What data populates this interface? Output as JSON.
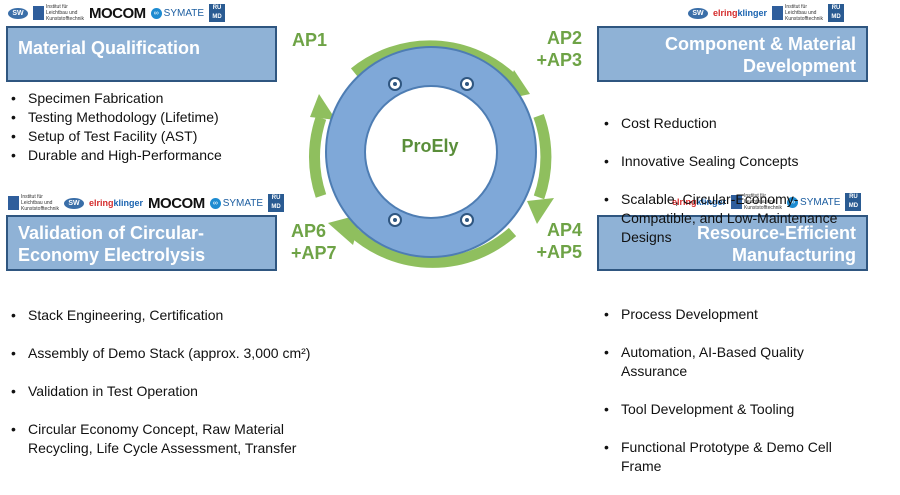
{
  "center_label": "ProEly",
  "quadrants": {
    "top_left": {
      "title": "Material Qualification",
      "ap": [
        "AP1"
      ],
      "bullets": [
        "Specimen Fabrication",
        "Testing Methodology (Lifetime)",
        "Setup of Test Facility (AST)",
        "Durable and High-Performance"
      ]
    },
    "top_right": {
      "title_lines": [
        "Component & Material",
        "Development"
      ],
      "ap": [
        "AP2",
        "+AP3"
      ],
      "bullets": [
        "Cost Reduction",
        "Innovative Sealing Concepts",
        "Scalable, Circular-Economy-\nCompatible, and Low-Maintenance\nDesigns"
      ]
    },
    "bottom_left": {
      "title_lines": [
        "Validation of Circular-",
        "Economy Electrolysis"
      ],
      "ap": [
        "AP6",
        "+AP7"
      ],
      "bullets": [
        "Stack Engineering, Certification",
        "Assembly of Demo Stack (approx. 3,000 cm²)",
        "Validation in Test Operation",
        "Circular Economy Concept, Raw Material\nRecycling, Life Cycle Assessment, Transfer"
      ]
    },
    "bottom_right": {
      "title_lines": [
        "Resource-Efficient",
        "Manufacturing"
      ],
      "ap": [
        "AP4",
        "+AP5"
      ],
      "bullets": [
        "Process Development",
        "Automation, AI-Based Quality\nAssurance",
        "Tool Development & Tooling",
        "Functional Prototype & Demo Cell\nFrame"
      ]
    }
  },
  "logos": {
    "sw": "SW",
    "ilk": "Institut für\nLeichtbau und\nKunststofftechnik",
    "mocom": "MOCOM",
    "symate": "SYMATE",
    "rwth": "RU\nMD",
    "elring": "elring",
    "klinger": "klinger"
  },
  "colors": {
    "box_fill": "#8fb2d6",
    "box_border": "#2f5680",
    "arrow_green": "#8fbf5e",
    "ap_green": "#6ea346",
    "ring_blue": "#7fa8d8"
  }
}
